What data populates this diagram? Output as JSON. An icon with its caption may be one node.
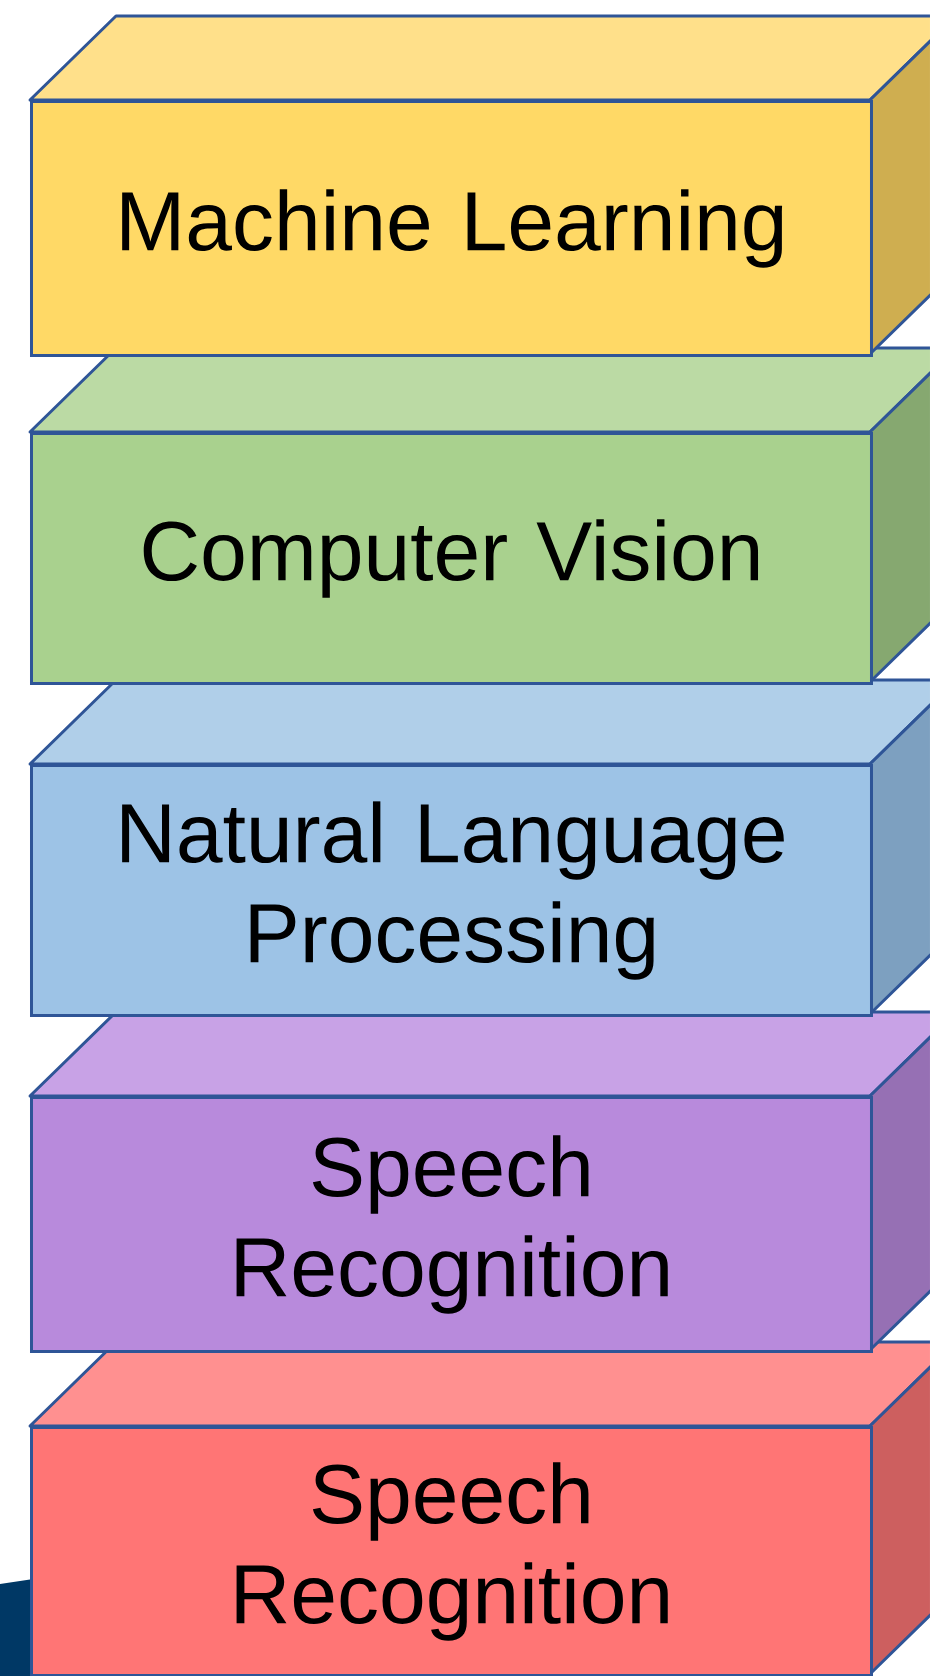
{
  "diagram": {
    "nodes": [
      {
        "text": [
          "Machine Learning"
        ]
      },
      {
        "text": [
          "Computer Vision"
        ]
      },
      {
        "text": [
          "Natural Language Processing"
        ]
      },
      {
        "text": [
          "Speech Recognition"
        ]
      },
      {
        "text": [
          "Speech Recognition"
        ]
      }
    ]
  }
}
